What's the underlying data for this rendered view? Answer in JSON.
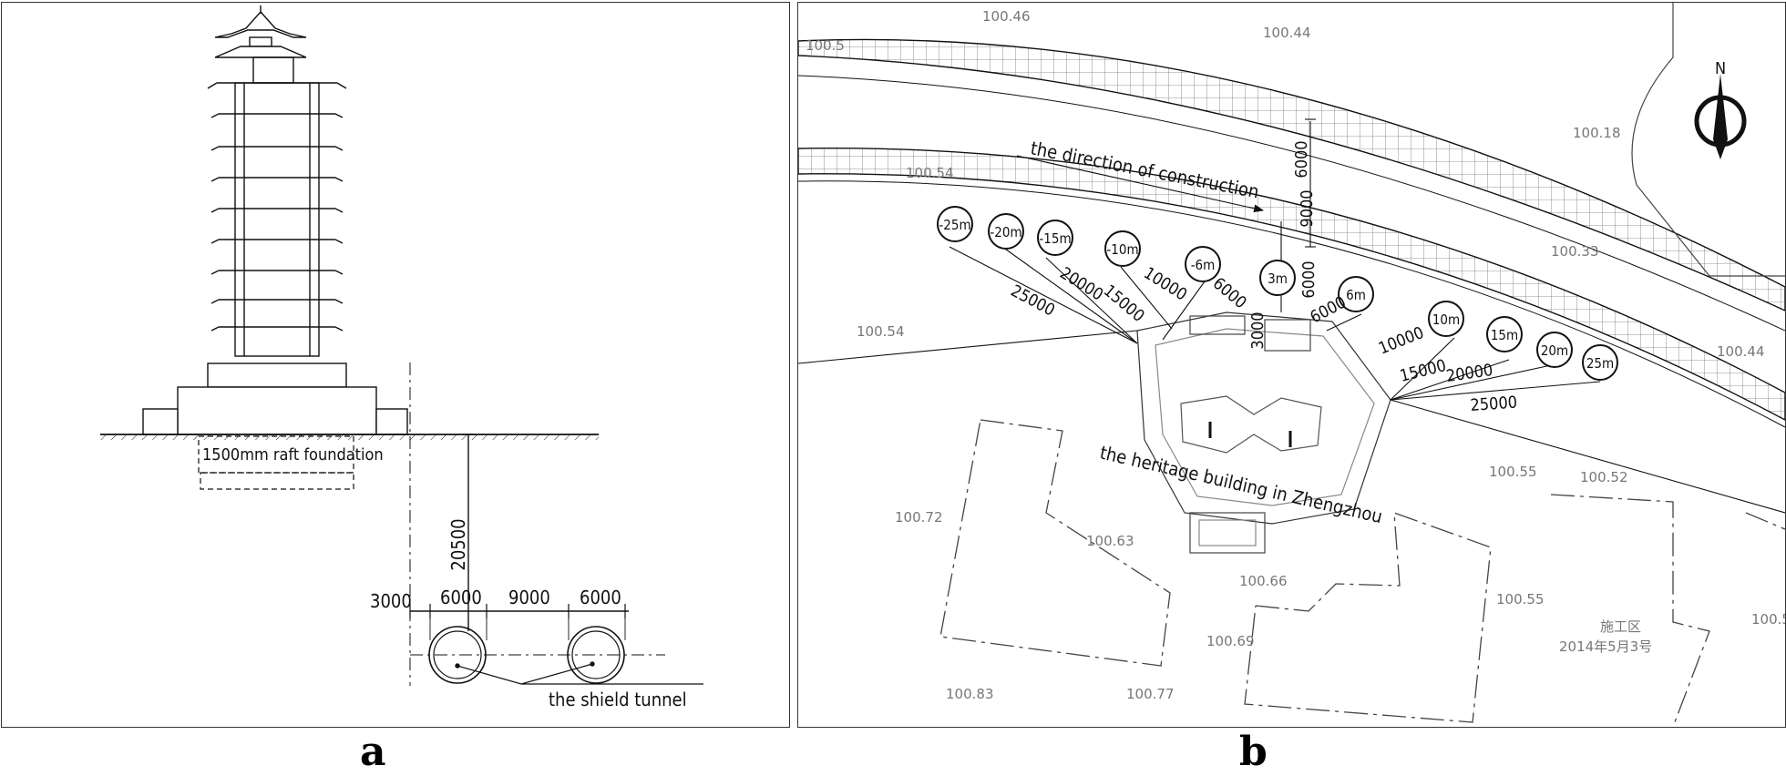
{
  "panel_a": {
    "caption": "a",
    "foundation_label": "1500mm raft foundation",
    "depth_dim": "20500",
    "dim_3000": "3000",
    "dim_6000_left": "6000",
    "dim_9000": "9000",
    "dim_6000_right": "6000",
    "tunnel_label": "the shield tunnel"
  },
  "panel_b": {
    "caption": "b",
    "north_label": "N",
    "direction_label": "the direction of construction",
    "heritage_label": "the heritage building in Zhengzhou",
    "tunnel_gap_top": "6000",
    "tunnel_gap_mid": "9000",
    "tunnel_gap_low": "6000",
    "building_offset": "3000",
    "circle_markers": [
      "-25m",
      "-20m",
      "-15m",
      "-10m",
      "-6m",
      "3m",
      "6m",
      "10m",
      "15m",
      "20m",
      "25m"
    ],
    "left_distances": [
      "25000",
      "20000",
      "15000",
      "10000",
      "6000"
    ],
    "right_distances": [
      "6000",
      "10000",
      "15000",
      "20000",
      "25000"
    ],
    "spot_heights": [
      "100.46",
      "100.44",
      "100.5",
      "100.54",
      "100.54",
      "100.18",
      "100.33",
      "100.44",
      "100.55",
      "100.52",
      "100.72",
      "100.63",
      "100.66",
      "100.69",
      "100.55",
      "100.83",
      "100.77",
      "100.5"
    ],
    "site_note_1": "施工区",
    "site_note_2": "2014年5月3号"
  },
  "colors": {
    "line": "#111111",
    "light_line": "#8a8a8a",
    "background": "#ffffff"
  }
}
